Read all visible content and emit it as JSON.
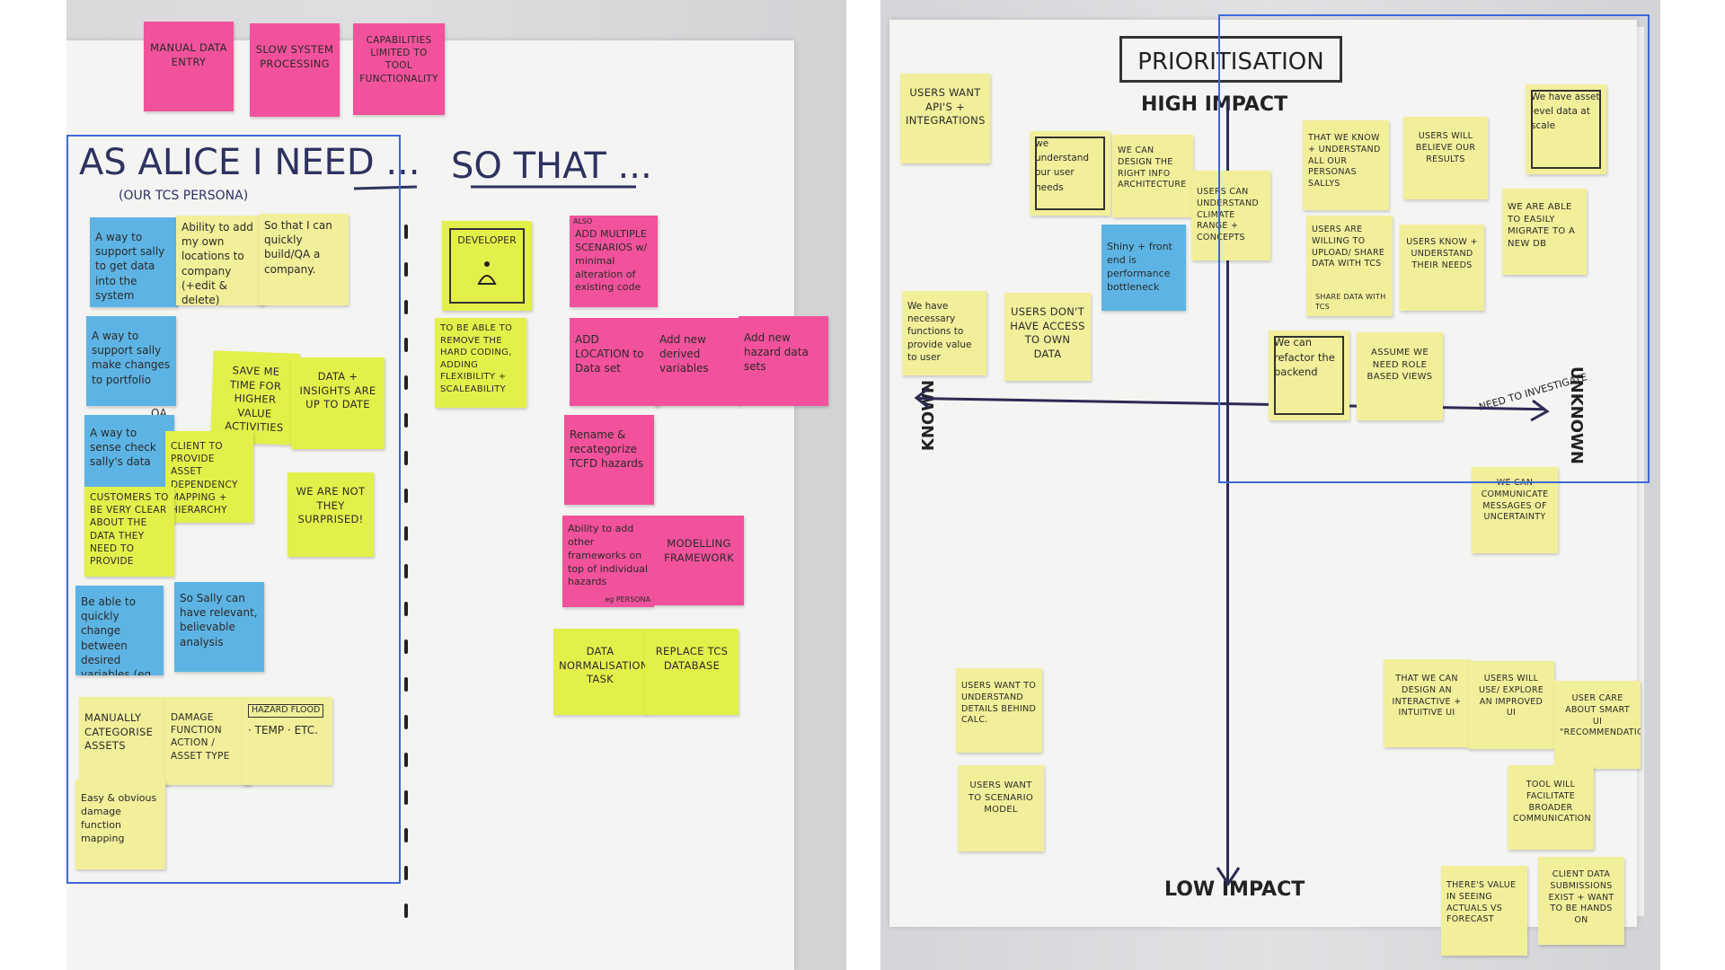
{
  "left_board": {
    "top_notes": [
      "MANUAL DATA ENTRY",
      "SLOW SYSTEM PROCESSING",
      "CAPABILITIES LIMITED TO TOOL FUNCTIONALITY"
    ],
    "title_as": "AS ALICE I NEED ...",
    "title_so": "SO THAT ...",
    "subtitle": "(OUR TCS PERSONA)",
    "need_notes": [
      "A way to support sally to get data into the system",
      "Ability to add my own locations to company (+edit & delete)",
      "So that I can quickly build/QA a company.",
      "A way to support sally make changes to portfolio",
      "SAVE ME TIME FOR HIGHER VALUE ACTIVITIES",
      "DATA + INSIGHTS ARE UP TO DATE",
      "QA",
      "A way to sense check sally's data",
      "CLIENT TO PROVIDE ASSET DEPENDENCY MAPPING + HIERARCHY",
      "CUSTOMERS TO BE VERY CLEAR ABOUT THE DATA THEY NEED TO PROVIDE",
      "WE ARE NOT THEY SURPRISED!",
      "Be able to quickly change between desired variables (eg in models)",
      "So Sally can have relevant, believable analysis",
      "MANUALLY CATEGORISE ASSETS",
      "DAMAGE FUNCTION ACTION / ASSET TYPE",
      "HAZARD FLOOD",
      "· TEMP · ETC.",
      "Easy & obvious damage function mapping"
    ],
    "persona_note": "DEVELOPER",
    "so_notes": [
      "TO BE ABLE TO REMOVE THE HARD CODING, ADDING FLEXIBILITY + SCALEABILITY",
      "ADD MULTIPLE SCENARIOS w/ minimal alteration of existing code",
      "ALSO",
      "ADD LOCATION to Data set",
      "Add new derived variables",
      "Add new hazard data sets",
      "Rename & recategorize TCFD hazards",
      "Ability to add other frameworks on top of individual hazards",
      "eg PERSONA",
      "MODELLING FRAMEWORK",
      "DATA NORMALISATION TASK",
      "REPLACE TCS DATABASE"
    ]
  },
  "right_board": {
    "title": "PRIORITISATION",
    "top_label": "HIGH IMPACT",
    "bottom_label": "LOW IMPACT",
    "left_label": "KNOWN",
    "right_label": "UNKNOWN",
    "arrow_label": "NEED TO INVESTIGATE",
    "notes": [
      "USERS WANT API's + integrations",
      "we understand our user needs",
      "WE CAN DESIGN THE RIGHT INFO ARCHITECTURE",
      "USERS CAN UNDERSTAND CLIMATE RANGE + CONCEPTS",
      "THAT WE KNOW + UNDERSTAND ALL OUR PERSONAS SALLYS",
      "USERS WILL BELIEVE OUR RESULTS",
      "We have asset level data at scale",
      "Shiny + front end is performance bottleneck",
      "USERS ARE WILLING TO UPLOAD/ SHARE DATA WITH TCS",
      "SHARE DATA WITH TCS",
      "USERS KNOW + UNDERSTAND THEIR NEEDS",
      "WE ARE ABLE TO EASILY MIGRATE TO A NEW DB",
      "We have necessary functions to provide value to user",
      "USERS DON'T HAVE ACCESS TO OWN DATA",
      "We can refactor the backend",
      "ASSUME WE NEED ROLE BASED VIEWS",
      "WE CAN COMMUNICATE MESSAGES OF UNCERTAINTY",
      "USERS WANT TO UNDERSTAND DETAILS BEHIND CALC.",
      "USERS WANT TO SCENARIO MODEL",
      "THAT WE CAN DESIGN AN INTERACTIVE + INTUITIVE UI",
      "USERS WILL USE/ EXPLORE AN IMPROVED UI",
      "USER CARE ABOUT SMART UI \"RECOMMENDATION\"",
      "TOOL WILL FACILITATE BROADER COMMUNICATION",
      "THERE'S VALUE IN SEEING ACTUALS VS FORECAST",
      "CLIENT DATA SUBMISSIONS EXIST + WANT TO BE HANDS ON"
    ]
  }
}
